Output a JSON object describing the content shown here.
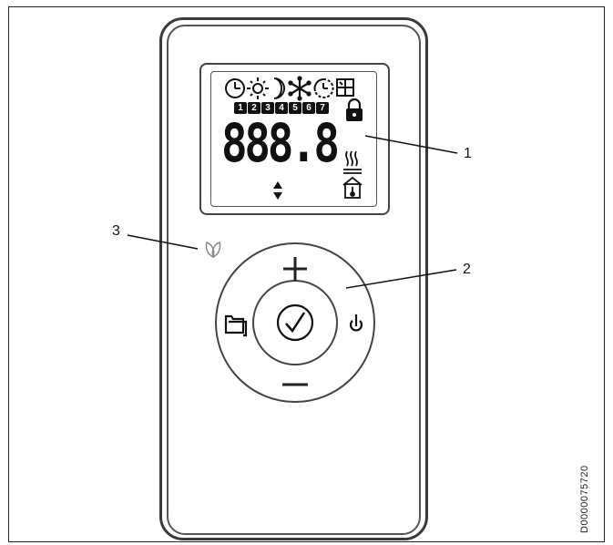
{
  "display": {
    "digits": "888.8",
    "days": [
      "1",
      "2",
      "3",
      "4",
      "5",
      "6",
      "7"
    ]
  },
  "callouts": {
    "one": "1",
    "two": "2",
    "three": "3"
  },
  "document_code": "D0000075720",
  "icons": {
    "top_row": [
      "clock-icon",
      "sun-icon",
      "moon-icon",
      "snowflake-icon",
      "timer-icon",
      "window-icon"
    ],
    "lock": "padlock-icon",
    "heat": "heating-waves-icon",
    "room_temp": "room-temperature-icon",
    "arrows": "up-down-arrows-icon",
    "eco": "leaf-icon",
    "menu": "folder-menu-icon",
    "power": "standby-icon",
    "confirm": "checkmark-icon",
    "plus": "plus-icon",
    "minus": "minus-icon"
  }
}
